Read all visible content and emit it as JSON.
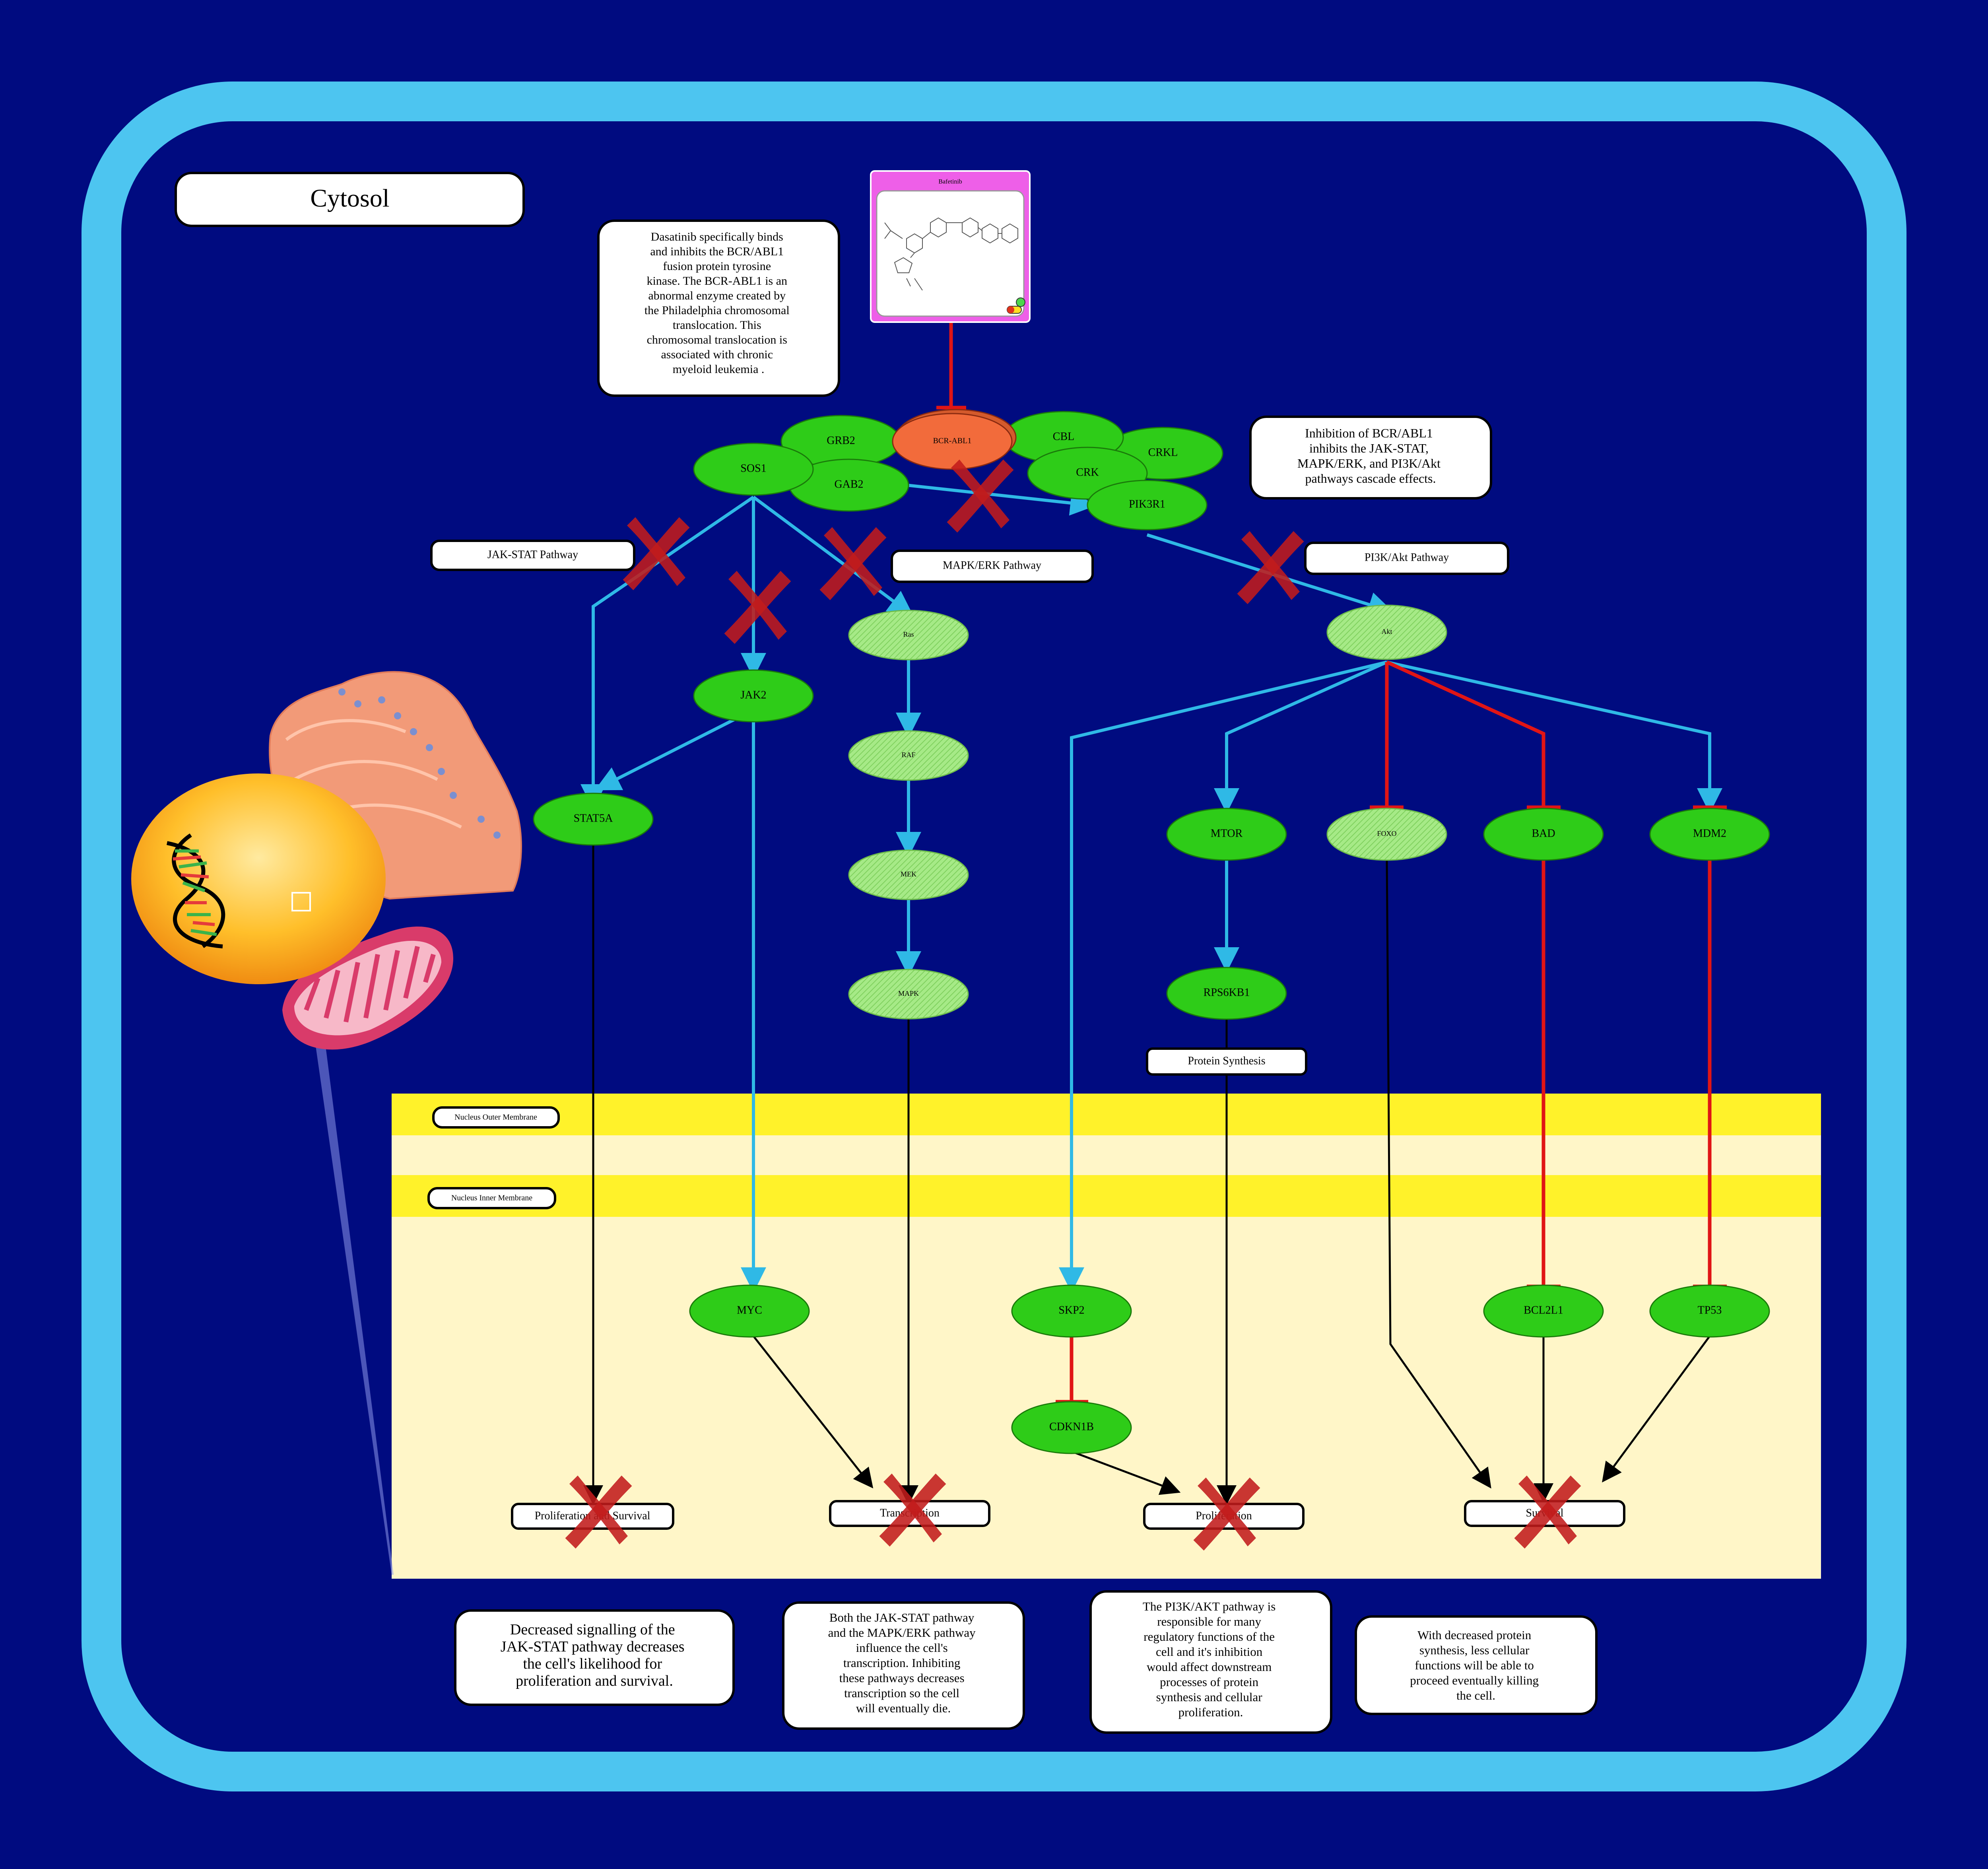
{
  "compartments": {
    "cytosol": "Cytosol",
    "outer_membrane": "Nucleus Outer Membrane",
    "inner_membrane": "Nucleus Inner Membrane"
  },
  "drug": {
    "name": "Bafetinib"
  },
  "nodes": {
    "bcr_abl1": "BCR-ABL1",
    "grb2": "GRB2",
    "sos1": "SOS1",
    "gab2": "GAB2",
    "cbl": "CBL",
    "crkl": "CRKL",
    "crk": "CRK",
    "pik3r1": "PIK3R1",
    "jak2": "JAK2",
    "stat5a": "STAT5A",
    "ras": "Ras",
    "raf": "RAF",
    "mek": "MEK",
    "mapk": "MAPK",
    "akt": "Akt",
    "mtor": "MTOR",
    "foxo": "FOXO",
    "bad": "BAD",
    "mdm2": "MDM2",
    "rps6kb1": "RPS6KB1",
    "myc": "MYC",
    "skp2": "SKP2",
    "cdkn1b": "CDKN1B",
    "bcl2l1": "BCL2L1",
    "tp53": "TP53"
  },
  "pathways": {
    "jak_stat": "JAK-STAT Pathway",
    "mapk_erk": "MAPK/ERK Pathway",
    "pi3k_akt": "PI3K/Akt Pathway",
    "protein_synthesis": "Protein Synthesis"
  },
  "outcomes": {
    "prolif_survival": "Proliferation and Survival",
    "transcription": "Transcription",
    "proliferation": "Proliferation",
    "survival": "Survival"
  },
  "notes": {
    "dasatinib": [
      "Dasatinib specifically binds",
      "and inhibits the BCR/ABL1",
      "fusion protein tyrosine",
      "kinase. The BCR-ABL1 is an",
      "abnormal enzyme created by",
      "the Philadelphia chromosomal",
      "translocation. This",
      "chromosomal translocation is",
      "associated with chronic",
      "myeloid leukemia ."
    ],
    "inhibition": [
      "Inhibition of BCR/ABL1",
      "inhibits the JAK-STAT,",
      "MAPK/ERK, and PI3K/Akt",
      "pathways cascade effects."
    ],
    "jak_stat_note": [
      "Decreased signalling of the",
      "JAK-STAT pathway decreases",
      "the cell's likelihood for",
      "proliferation and survival."
    ],
    "transcription_note": [
      "Both the JAK-STAT pathway",
      "and the MAPK/ERK pathway",
      "influence the cell's",
      "transcription. Inhibiting",
      "these pathways decreases",
      "transcription so the cell",
      "will eventually die."
    ],
    "pi3k_note": [
      "The PI3K/AKT pathway is",
      "responsible for many",
      "regulatory functions of the",
      "cell and it's inhibition",
      "would affect downstream",
      "processes of protein",
      "synthesis and cellular",
      "proliferation."
    ],
    "protein_note": [
      "With decreased protein",
      "synthesis, less cellular",
      "functions will be able to",
      "proceed eventually killing",
      "the cell."
    ]
  },
  "colors": {
    "background": "#000b80",
    "cell_border": "#4dc5f0",
    "nucleus_fill": "#fff6c8",
    "membrane": "#fff22a",
    "node_green": "#2ecc18",
    "node_light": "#a6ea87",
    "target_orange": "#f26b3b",
    "drug_magenta": "#ee5fe8",
    "activation": "#2fb9e6",
    "inhibition": "#e01515",
    "blocked_x": "#c21b1b"
  }
}
